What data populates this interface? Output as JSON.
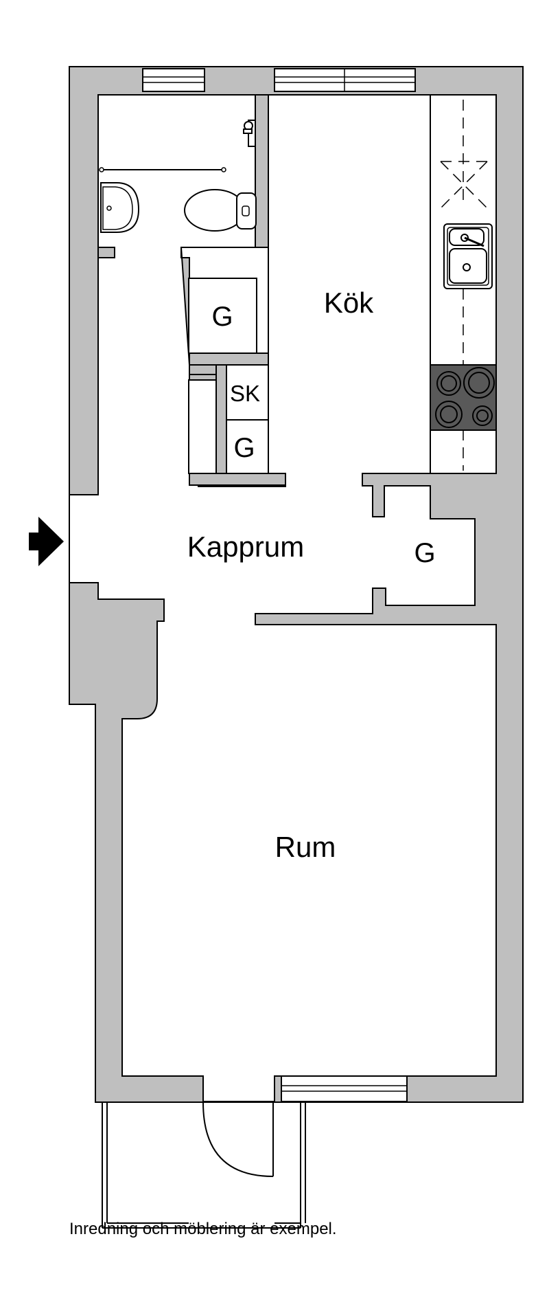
{
  "rooms": {
    "kitchen": "Kök",
    "hall": "Kapprum",
    "living": "Rum"
  },
  "closets": {
    "bath_closet": "G",
    "sk_label": "SK",
    "g_lower": "G",
    "hall_closet": "G"
  },
  "caption": "Inredning och möblering är exempel.",
  "colors": {
    "wall": "#bfbfbf",
    "stove": "#595959",
    "line": "#000000",
    "background": "#ffffff"
  },
  "icons": {
    "entrance": "entrance-arrow-icon",
    "sink": "sink-icon",
    "toilet": "toilet-icon",
    "washbasin": "washbasin-icon",
    "stove": "stove-icon",
    "door": "door-swing-icon",
    "window": "window-icon"
  }
}
